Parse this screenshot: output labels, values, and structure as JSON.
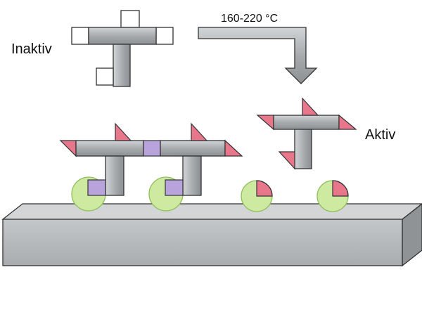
{
  "labels": {
    "inactive": "Inaktiv",
    "active": "Aktiv",
    "temperature": "160-220 °C"
  },
  "colors": {
    "bar": "#9ea2a5",
    "bar_light": "#c9cccf",
    "bar_stroke": "#3a3a3a",
    "pink": "#e8778c",
    "violet": "#b9a3dc",
    "green": "#cdeaa0",
    "green_stroke": "#8fbf5a"
  }
}
